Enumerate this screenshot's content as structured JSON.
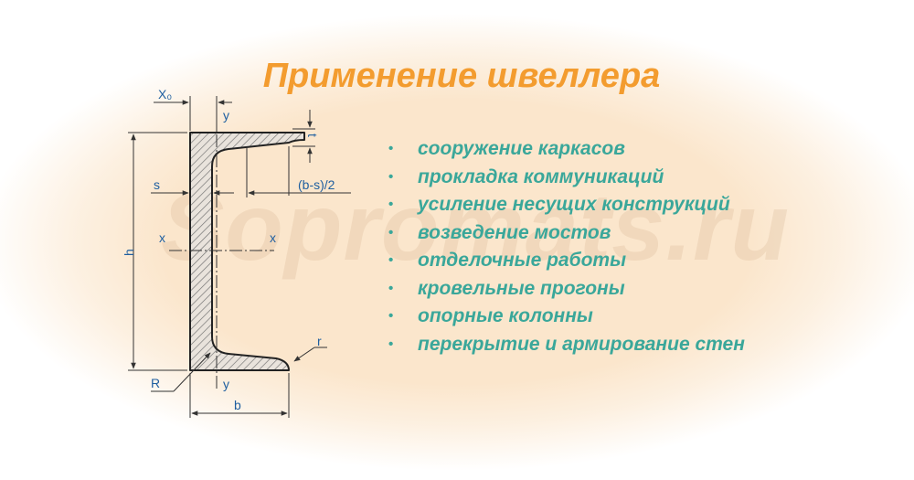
{
  "title": "Применение швеллера",
  "watermark": "Sopromats.ru",
  "colors": {
    "title": "#f39c2f",
    "list_text": "#3aa79a",
    "diagram_labels": "#1f5fa0",
    "background_glow": "#fbe6cc"
  },
  "diagram": {
    "labels": {
      "x0": "X₀",
      "y_top": "y",
      "y_bottom": "y",
      "x_left": "x",
      "x_right": "x",
      "s": "s",
      "t": "t",
      "b_minus_s_half": "(b-s)/2",
      "h": "h",
      "r": "r",
      "R": "R",
      "b": "b"
    }
  },
  "uses": [
    {
      "text": "сооружение каркасов"
    },
    {
      "text": "прокладка коммуникаций"
    },
    {
      "text": "усиление несущих конструкций"
    },
    {
      "text": "возведение мостов"
    },
    {
      "text": "отделочные работы"
    },
    {
      "text": "кровельные прогоны"
    },
    {
      "text": "опорные колонны"
    },
    {
      "text": "перекрытие и армирование стен"
    }
  ],
  "bullet": "•"
}
